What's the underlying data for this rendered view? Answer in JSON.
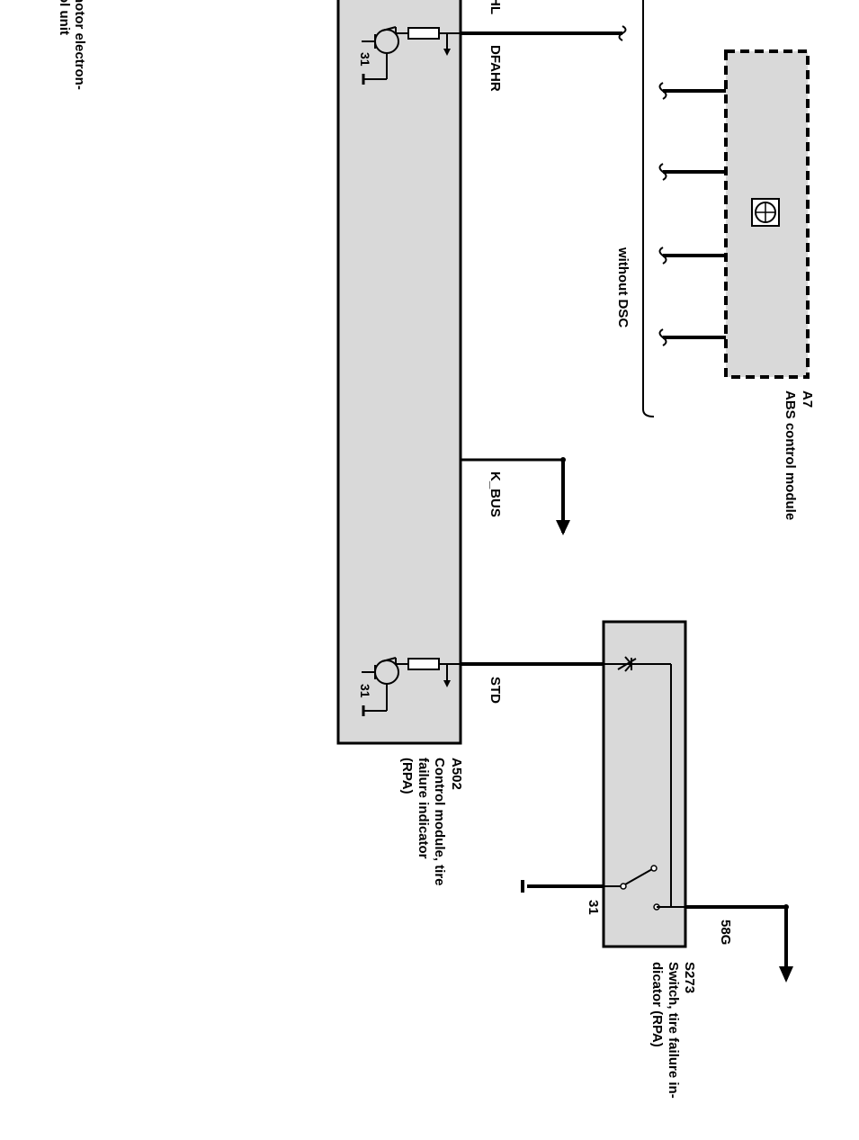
{
  "diagram": {
    "orientation": "rotated 90 degrees clockwise",
    "left_cutoff_text": {
      "line1": "notor electron-",
      "line2": "ol unit"
    },
    "a502": {
      "id": "A502",
      "line1": "Control module, tire",
      "line2": "failure indicator",
      "line3": "(RPA)",
      "ground_top": "31",
      "ground_bottom": "31"
    },
    "a7": {
      "id": "A7",
      "name": "ABS control module",
      "logo": "bmw-roundel-icon"
    },
    "s273": {
      "id": "S273",
      "line1": "Switch, tire failure in-",
      "line2": "dicator (RPA)",
      "ground_label": "31",
      "supply_label": "58G"
    },
    "signals": {
      "top_cut": "HL",
      "dfahr": "DFAHR",
      "k_bus": "K_BUS",
      "std": "STD"
    },
    "note": "without DSC",
    "colors": {
      "module_fill": "#d9d9d9",
      "wire": "#000000"
    }
  }
}
